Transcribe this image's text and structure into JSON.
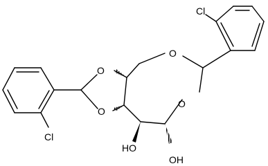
{
  "labels": {
    "o_top": "O",
    "o_right": "O",
    "o_dioxolane_top": "O",
    "o_dioxolane_bottom": "O",
    "cl_top": "Cl",
    "cl_left": "Cl",
    "ho_left": "HO",
    "oh_right": "OH"
  },
  "colors": {
    "stroke": "#000000",
    "background": "#ffffff"
  }
}
